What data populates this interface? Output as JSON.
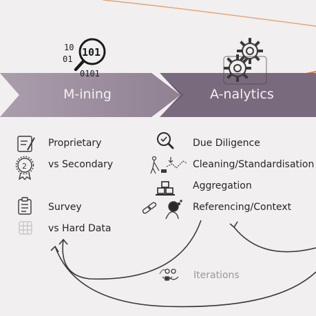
{
  "stages": [
    {
      "label": "M-ining",
      "icon": "binary-magnifier-icon",
      "icon_text": {
        "line1": "10",
        "line2": "01",
        "big": "101",
        "tail": "0101"
      }
    },
    {
      "label": "A-nalytics",
      "icon": "gears-icon"
    }
  ],
  "mining_items": [
    {
      "label": "Proprietary",
      "icon": "certificate-pen-icon"
    },
    {
      "label": "vs Secondary",
      "icon": "award-2-icon",
      "badge": "2"
    },
    {
      "label": "Survey",
      "icon": "clipboard-icon"
    },
    {
      "label": "vs Hard Data",
      "icon": "grid-data-icon"
    }
  ],
  "analytics_items": [
    {
      "label": "Due Diligence",
      "icon": "magnifier-check-icon"
    },
    {
      "label": "Cleaning/Standardisation",
      "icon": "cleaning-chart-icon"
    },
    {
      "label": "Aggregation",
      "icon": "stacked-boxes-icon"
    },
    {
      "label": "Referencing/Context",
      "icon": "link-thinker-icon"
    }
  ],
  "iterations": {
    "label": "Iterations",
    "icon": "cycle-people-icon"
  },
  "colors": {
    "banner": "#7b6a7e",
    "banner_light": "#9d8f9f",
    "accent": "#e07a3a",
    "background": "#f1eff0",
    "text": "#262626",
    "muted": "#9a979a"
  }
}
